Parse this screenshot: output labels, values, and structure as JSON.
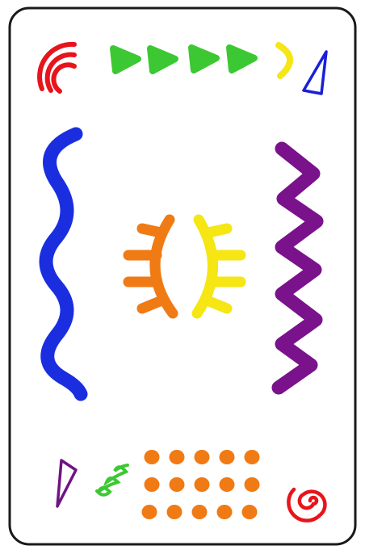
{
  "card": {
    "background": "#ffffff",
    "border_color": "#1a1a1a",
    "symbols": [
      {
        "name": "red-rainbow-arcs",
        "color": "#e8141c"
      },
      {
        "name": "green-triangles-row",
        "color": "#3cc832",
        "count": 4
      },
      {
        "name": "yellow-crescent",
        "color": "#f5e614"
      },
      {
        "name": "blue-outline-triangle",
        "color": "#1a1fd9"
      },
      {
        "name": "blue-wavy-line",
        "color": "#1a2ee0"
      },
      {
        "name": "orange-comb-bracket",
        "color": "#f07a14"
      },
      {
        "name": "yellow-comb-bracket",
        "color": "#f5e614"
      },
      {
        "name": "purple-zigzag-line",
        "color": "#7a128c"
      },
      {
        "name": "purple-outline-triangle",
        "color": "#6e1482"
      },
      {
        "name": "green-coil",
        "color": "#3cc832"
      },
      {
        "name": "orange-dot-grid",
        "color": "#f07a14",
        "rows": 3,
        "cols": 5
      },
      {
        "name": "red-spiral",
        "color": "#e8141c"
      }
    ]
  }
}
